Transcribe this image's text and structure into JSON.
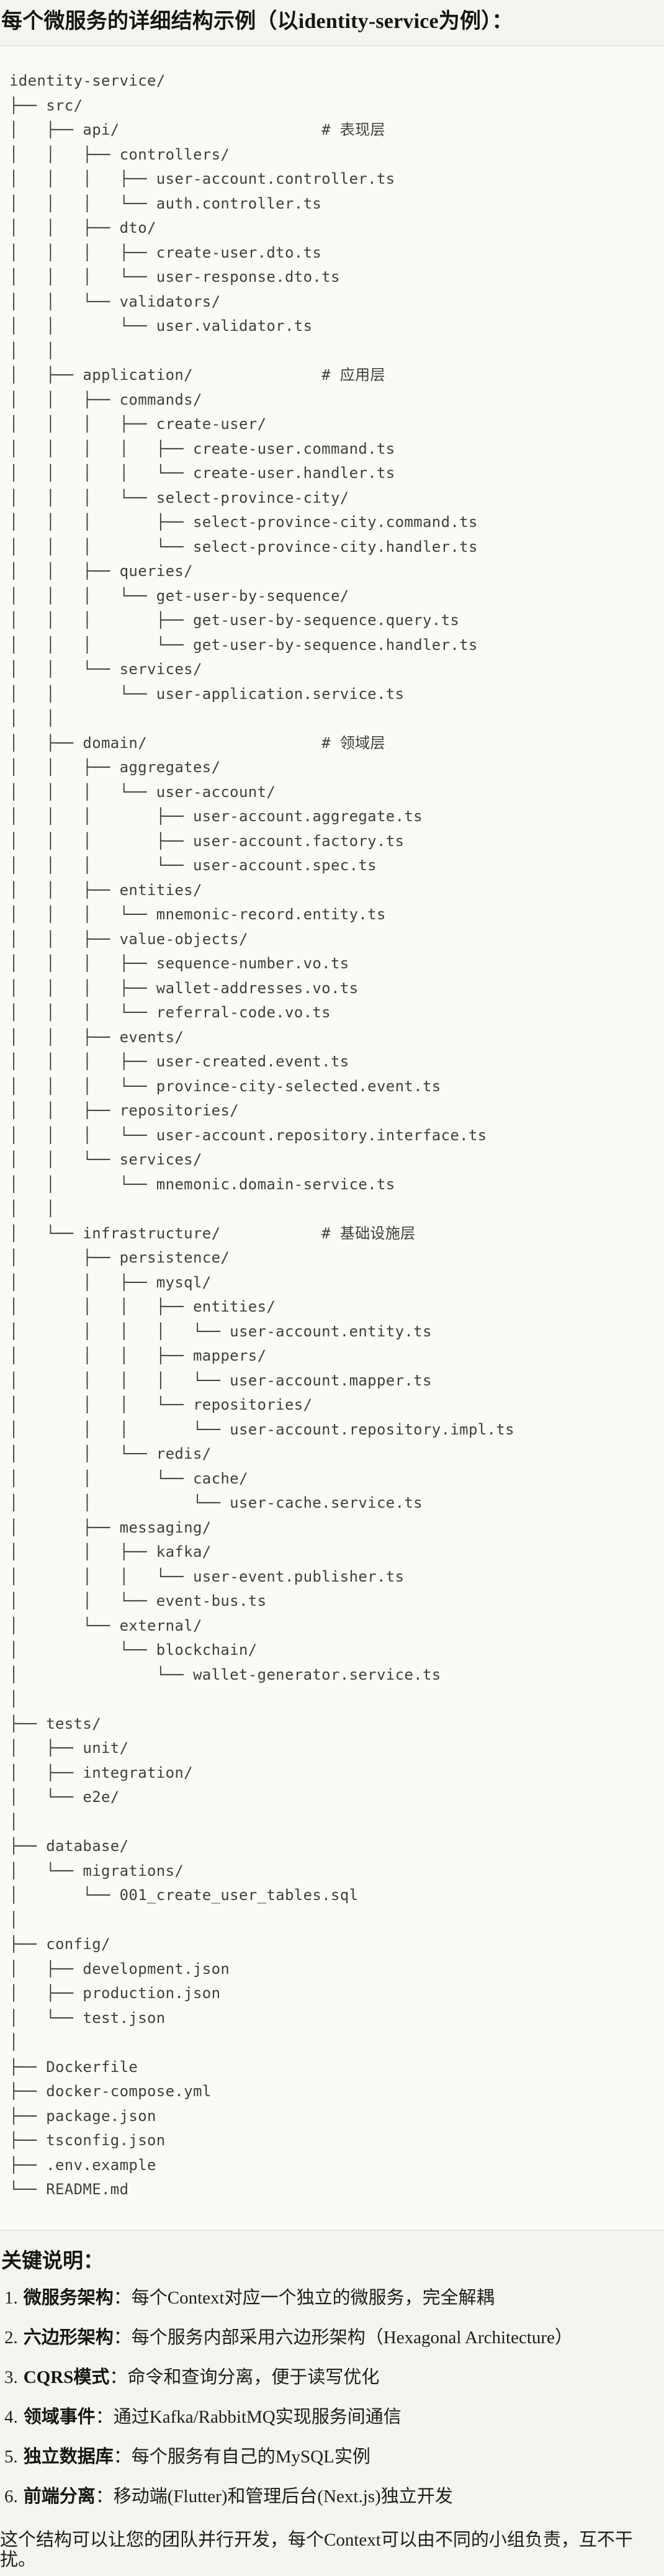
{
  "page": {
    "title": "每个微服务的详细结构示例（以identity-service为例）：",
    "notes_title": "关键说明：",
    "footer": "这个结构可以让您的团队并行开发，每个Context可以由不同的小组负责，互不干扰。"
  },
  "notes": {
    "items": [
      {
        "num": "1.",
        "label": "微服务架构",
        "text": "：每个Context对应一个独立的微服务，完全解耦"
      },
      {
        "num": "2.",
        "label": "六边形架构",
        "text": "：每个服务内部采用六边形架构（Hexagonal Architecture）"
      },
      {
        "num": "3.",
        "label": "CQRS模式",
        "text": "：命令和查询分离，便于读写优化"
      },
      {
        "num": "4.",
        "label": "领域事件",
        "text": "：通过Kafka/RabbitMQ实现服务间通信"
      },
      {
        "num": "5.",
        "label": "独立数据库",
        "text": "：每个服务有自己的MySQL实例"
      },
      {
        "num": "6.",
        "label": "前端分离",
        "text": "：移动端(Flutter)和管理后台(Next.js)独立开发"
      }
    ]
  },
  "file_tree": {
    "root": "identity-service",
    "layer_comments": [
      "# 表现层",
      "# 应用层",
      "# 领域层",
      "# 基础设施层"
    ],
    "lines": [
      "identity-service/",
      "├── src/",
      "│   ├── api/                      # 表现层",
      "│   │   ├── controllers/",
      "│   │   │   ├── user-account.controller.ts",
      "│   │   │   └── auth.controller.ts",
      "│   │   ├── dto/",
      "│   │   │   ├── create-user.dto.ts",
      "│   │   │   └── user-response.dto.ts",
      "│   │   └── validators/",
      "│   │       └── user.validator.ts",
      "│   │",
      "│   ├── application/              # 应用层",
      "│   │   ├── commands/",
      "│   │   │   ├── create-user/",
      "│   │   │   │   ├── create-user.command.ts",
      "│   │   │   │   └── create-user.handler.ts",
      "│   │   │   └── select-province-city/",
      "│   │   │       ├── select-province-city.command.ts",
      "│   │   │       └── select-province-city.handler.ts",
      "│   │   ├── queries/",
      "│   │   │   └── get-user-by-sequence/",
      "│   │   │       ├── get-user-by-sequence.query.ts",
      "│   │   │       └── get-user-by-sequence.handler.ts",
      "│   │   └── services/",
      "│   │       └── user-application.service.ts",
      "│   │",
      "│   ├── domain/                   # 领域层",
      "│   │   ├── aggregates/",
      "│   │   │   └── user-account/",
      "│   │   │       ├── user-account.aggregate.ts",
      "│   │   │       ├── user-account.factory.ts",
      "│   │   │       └── user-account.spec.ts",
      "│   │   ├── entities/",
      "│   │   │   └── mnemonic-record.entity.ts",
      "│   │   ├── value-objects/",
      "│   │   │   ├── sequence-number.vo.ts",
      "│   │   │   ├── wallet-addresses.vo.ts",
      "│   │   │   └── referral-code.vo.ts",
      "│   │   ├── events/",
      "│   │   │   ├── user-created.event.ts",
      "│   │   │   └── province-city-selected.event.ts",
      "│   │   ├── repositories/",
      "│   │   │   └── user-account.repository.interface.ts",
      "│   │   └── services/",
      "│   │       └── mnemonic.domain-service.ts",
      "│   │",
      "│   └── infrastructure/           # 基础设施层",
      "│       ├── persistence/",
      "│       │   ├── mysql/",
      "│       │   │   ├── entities/",
      "│       │   │   │   └── user-account.entity.ts",
      "│       │   │   ├── mappers/",
      "│       │   │   │   └── user-account.mapper.ts",
      "│       │   │   └── repositories/",
      "│       │   │       └── user-account.repository.impl.ts",
      "│       │   └── redis/",
      "│       │       └── cache/",
      "│       │           └── user-cache.service.ts",
      "│       ├── messaging/",
      "│       │   ├── kafka/",
      "│       │   │   └── user-event.publisher.ts",
      "│       │   └── event-bus.ts",
      "│       └── external/",
      "│           └── blockchain/",
      "│               └── wallet-generator.service.ts",
      "│",
      "├── tests/",
      "│   ├── unit/",
      "│   ├── integration/",
      "│   └── e2e/",
      "│",
      "├── database/",
      "│   └── migrations/",
      "│       └── 001_create_user_tables.sql",
      "│",
      "├── config/",
      "│   ├── development.json",
      "│   ├── production.json",
      "│   └── test.json",
      "│",
      "├── Dockerfile",
      "├── docker-compose.yml",
      "├── package.json",
      "├── tsconfig.json",
      "├── .env.example",
      "└── README.md"
    ]
  }
}
